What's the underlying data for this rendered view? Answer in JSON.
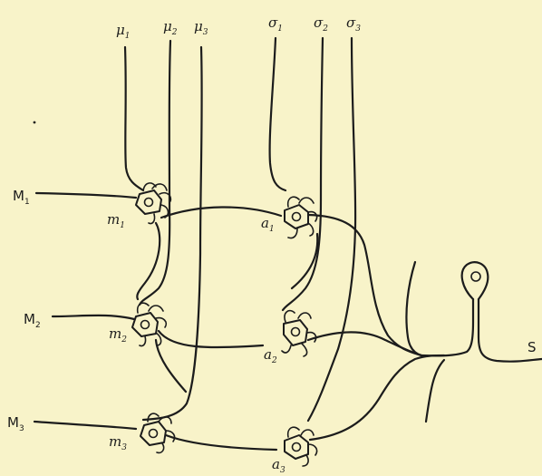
{
  "labels": {
    "mu1": {
      "base": "μ",
      "sub": "1"
    },
    "mu2": {
      "base": "μ",
      "sub": "2"
    },
    "mu3": {
      "base": "μ",
      "sub": "3"
    },
    "sigma1": {
      "base": "σ",
      "sub": "1"
    },
    "sigma2": {
      "base": "σ",
      "sub": "2"
    },
    "sigma3": {
      "base": "σ",
      "sub": "3"
    },
    "M1": {
      "base": "M",
      "sub": "1"
    },
    "M2": {
      "base": "M",
      "sub": "2"
    },
    "M3": {
      "base": "M",
      "sub": "3"
    },
    "m1": {
      "base": "m",
      "sub": "1"
    },
    "m2": {
      "base": "m",
      "sub": "2"
    },
    "m3": {
      "base": "m",
      "sub": "3"
    },
    "a1": {
      "base": "a",
      "sub": "1"
    },
    "a2": {
      "base": "a",
      "sub": "2"
    },
    "a3": {
      "base": "a",
      "sub": "3"
    },
    "S": {
      "base": "S"
    }
  }
}
